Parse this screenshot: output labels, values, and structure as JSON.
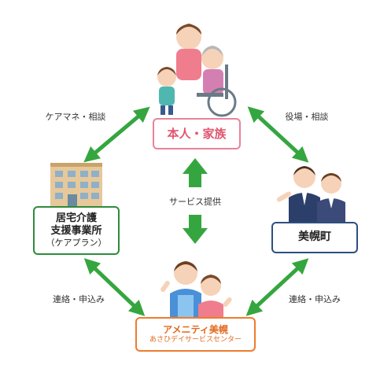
{
  "colors": {
    "arrow": "#35a63f",
    "honnin_border": "#e8839a",
    "honnin_text": "#e0566f",
    "kyotaku_border": "#2e8b3a",
    "bihoro_border": "#2f4f7f",
    "service_border": "#ee7b2e",
    "service_text": "#e2691e"
  },
  "nodes": {
    "honnin": {
      "label": "本人・家族",
      "icon": "family-wheelchair-illustration"
    },
    "kyotaku": {
      "line1": "居宅介護",
      "line2": "支援事業所",
      "line3": "（ケアプラン）",
      "icon": "office-building-illustration"
    },
    "bihoro": {
      "label": "美幌町",
      "icon": "town-officials-illustration"
    },
    "service": {
      "line1": "アメニティ美幌",
      "line2": "あさひデイサービスセンター",
      "icon": "care-staff-illustration"
    }
  },
  "links": {
    "caremanager": "ケアマネ・相談",
    "yakuba": "役場・相談",
    "service_provision": "サービス提供",
    "renraku_left": "連絡・申込み",
    "renraku_right": "連絡・申込み"
  }
}
